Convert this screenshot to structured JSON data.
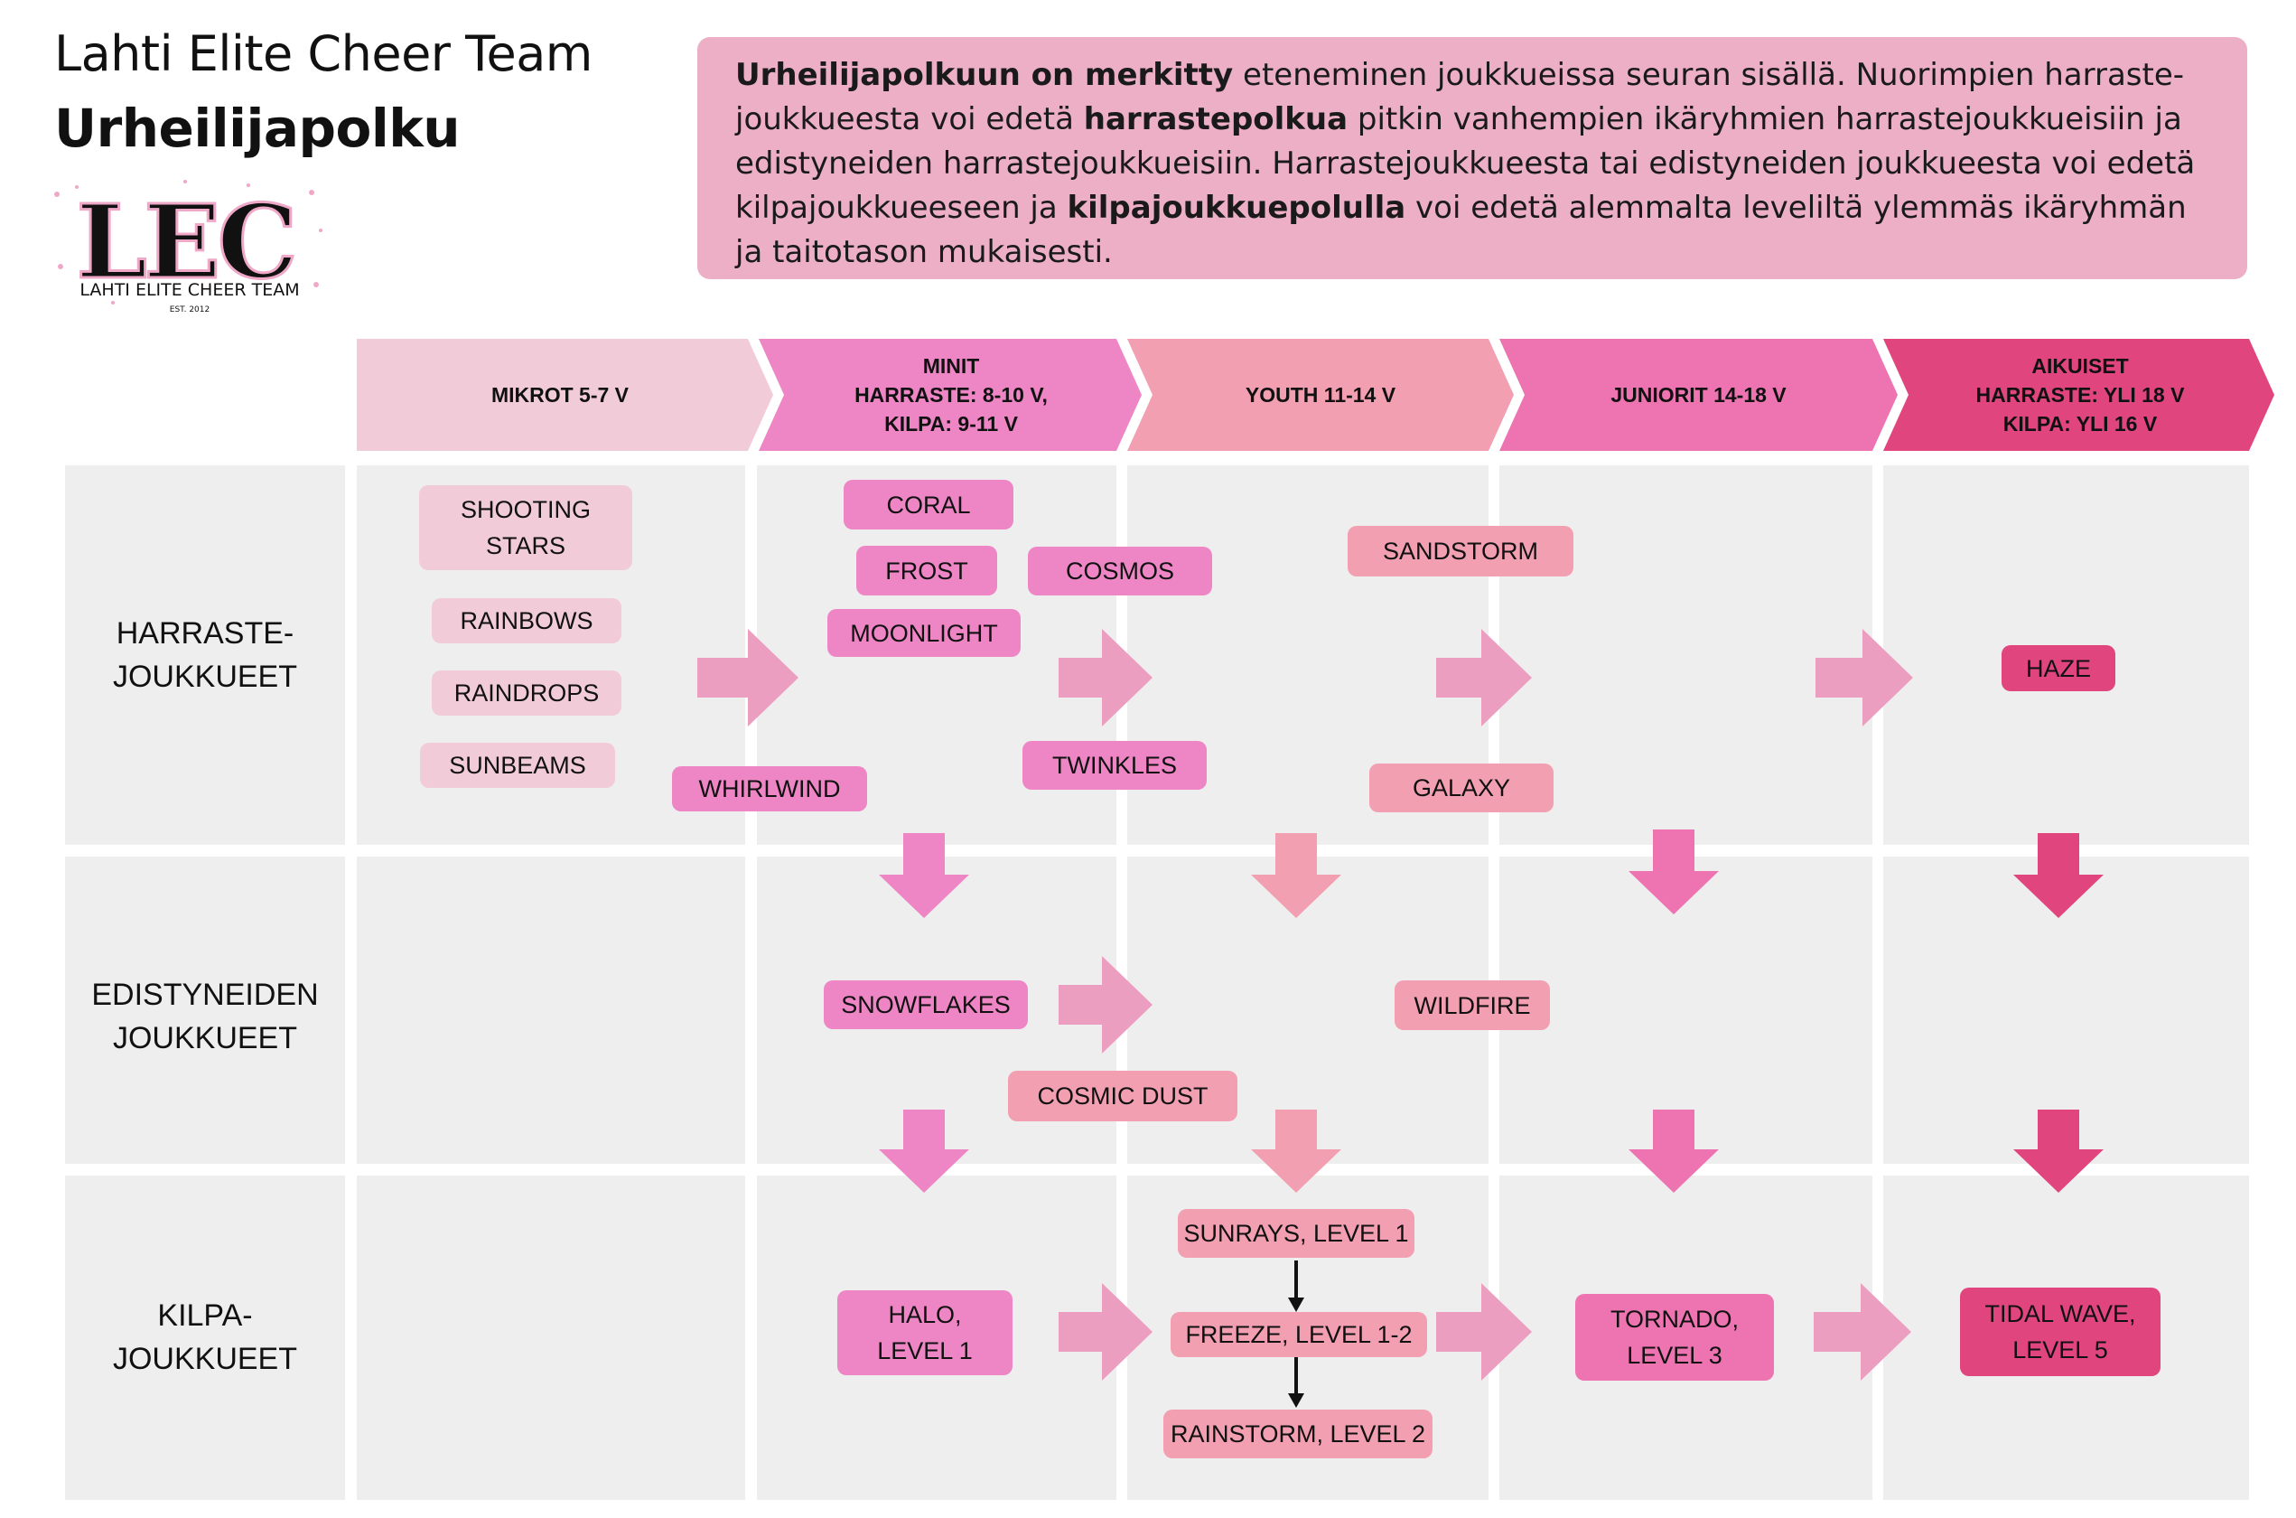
{
  "header": {
    "title": "Lahti Elite Cheer Team",
    "subtitle": "Urheilijapolku"
  },
  "logo": {
    "text": "LEC",
    "tagline": "LAHTI ELITE CHEER TEAM",
    "est": "EST. 2012"
  },
  "intro": {
    "part1": "Urheilijapolkuun on merkitty",
    "part2": " eteneminen joukkueissa seuran sisällä. Nuorimpien harraste-joukkueesta voi edetä ",
    "part3": "harrastepolkua",
    "part4": " pitkin vanhempien ikäryhmien harrastejoukkueisiin ja edistyneiden harrastejoukkueisiin. Harrastejoukkueesta tai edistyneiden joukkueesta voi edetä kilpajoukkueeseen ja ",
    "part5": "kilpajoukkuepolulla",
    "part6": " voi edetä alemmalta leveliltä ylemmäs ikäryhmän ja taitotason mukaisesti."
  },
  "colors": {
    "mikrot": "#f2cbd9",
    "minit": "#ee86c6",
    "youth": "#f29fb2",
    "juniorit": "#ed74b1",
    "aikuiset": "#e1457d",
    "right_arrow": "#ec9ec1",
    "cell_bg": "#efeeef",
    "intro_bg": "#ecafc5"
  },
  "age_groups": [
    {
      "lines": [
        "MIKROT 5-7 V"
      ]
    },
    {
      "lines": [
        "MINIT",
        "HARRASTE: 8-10 V,",
        "KILPA: 9-11 V"
      ]
    },
    {
      "lines": [
        "YOUTH 11-14 V"
      ]
    },
    {
      "lines": [
        "JUNIORIT 14-18 V"
      ]
    },
    {
      "lines": [
        "AIKUISET",
        "HARRASTE: YLI 18 V",
        "KILPA: YLI 16 V"
      ]
    }
  ],
  "rows": {
    "harraste": {
      "line1": "HARRASTE-",
      "line2": "JOUKKUEET"
    },
    "edistyneet": {
      "line1": "EDISTYNEIDEN",
      "line2": "JOUKKUEET"
    },
    "kilpa": {
      "line1": "KILPA-",
      "line2": "JOUKKUEET"
    }
  },
  "teams": {
    "shooting_stars": {
      "line1": "SHOOTING",
      "line2": "STARS"
    },
    "rainbows": "RAINBOWS",
    "raindrops": "RAINDROPS",
    "sunbeams": "SUNBEAMS",
    "coral": "CORAL",
    "frost": "FROST",
    "cosmos": "COSMOS",
    "moonlight": "MOONLIGHT",
    "whirlwind": "WHIRLWIND",
    "twinkles": "TWINKLES",
    "sandstorm": "SANDSTORM",
    "galaxy": "GALAXY",
    "haze": "HAZE",
    "snowflakes": "SNOWFLAKES",
    "cosmic_dust": "COSMIC DUST",
    "wildfire": "WILDFIRE",
    "halo": {
      "line1": "HALO,",
      "line2": "LEVEL 1"
    },
    "sunrays": "SUNRAYS, LEVEL 1",
    "freeze": "FREEZE, LEVEL 1-2",
    "rainstorm": "RAINSTORM, LEVEL 2",
    "tornado": {
      "line1": "TORNADO,",
      "line2": "LEVEL 3"
    },
    "tidal_wave": {
      "line1": "TIDAL WAVE,",
      "line2": "LEVEL 5"
    }
  }
}
